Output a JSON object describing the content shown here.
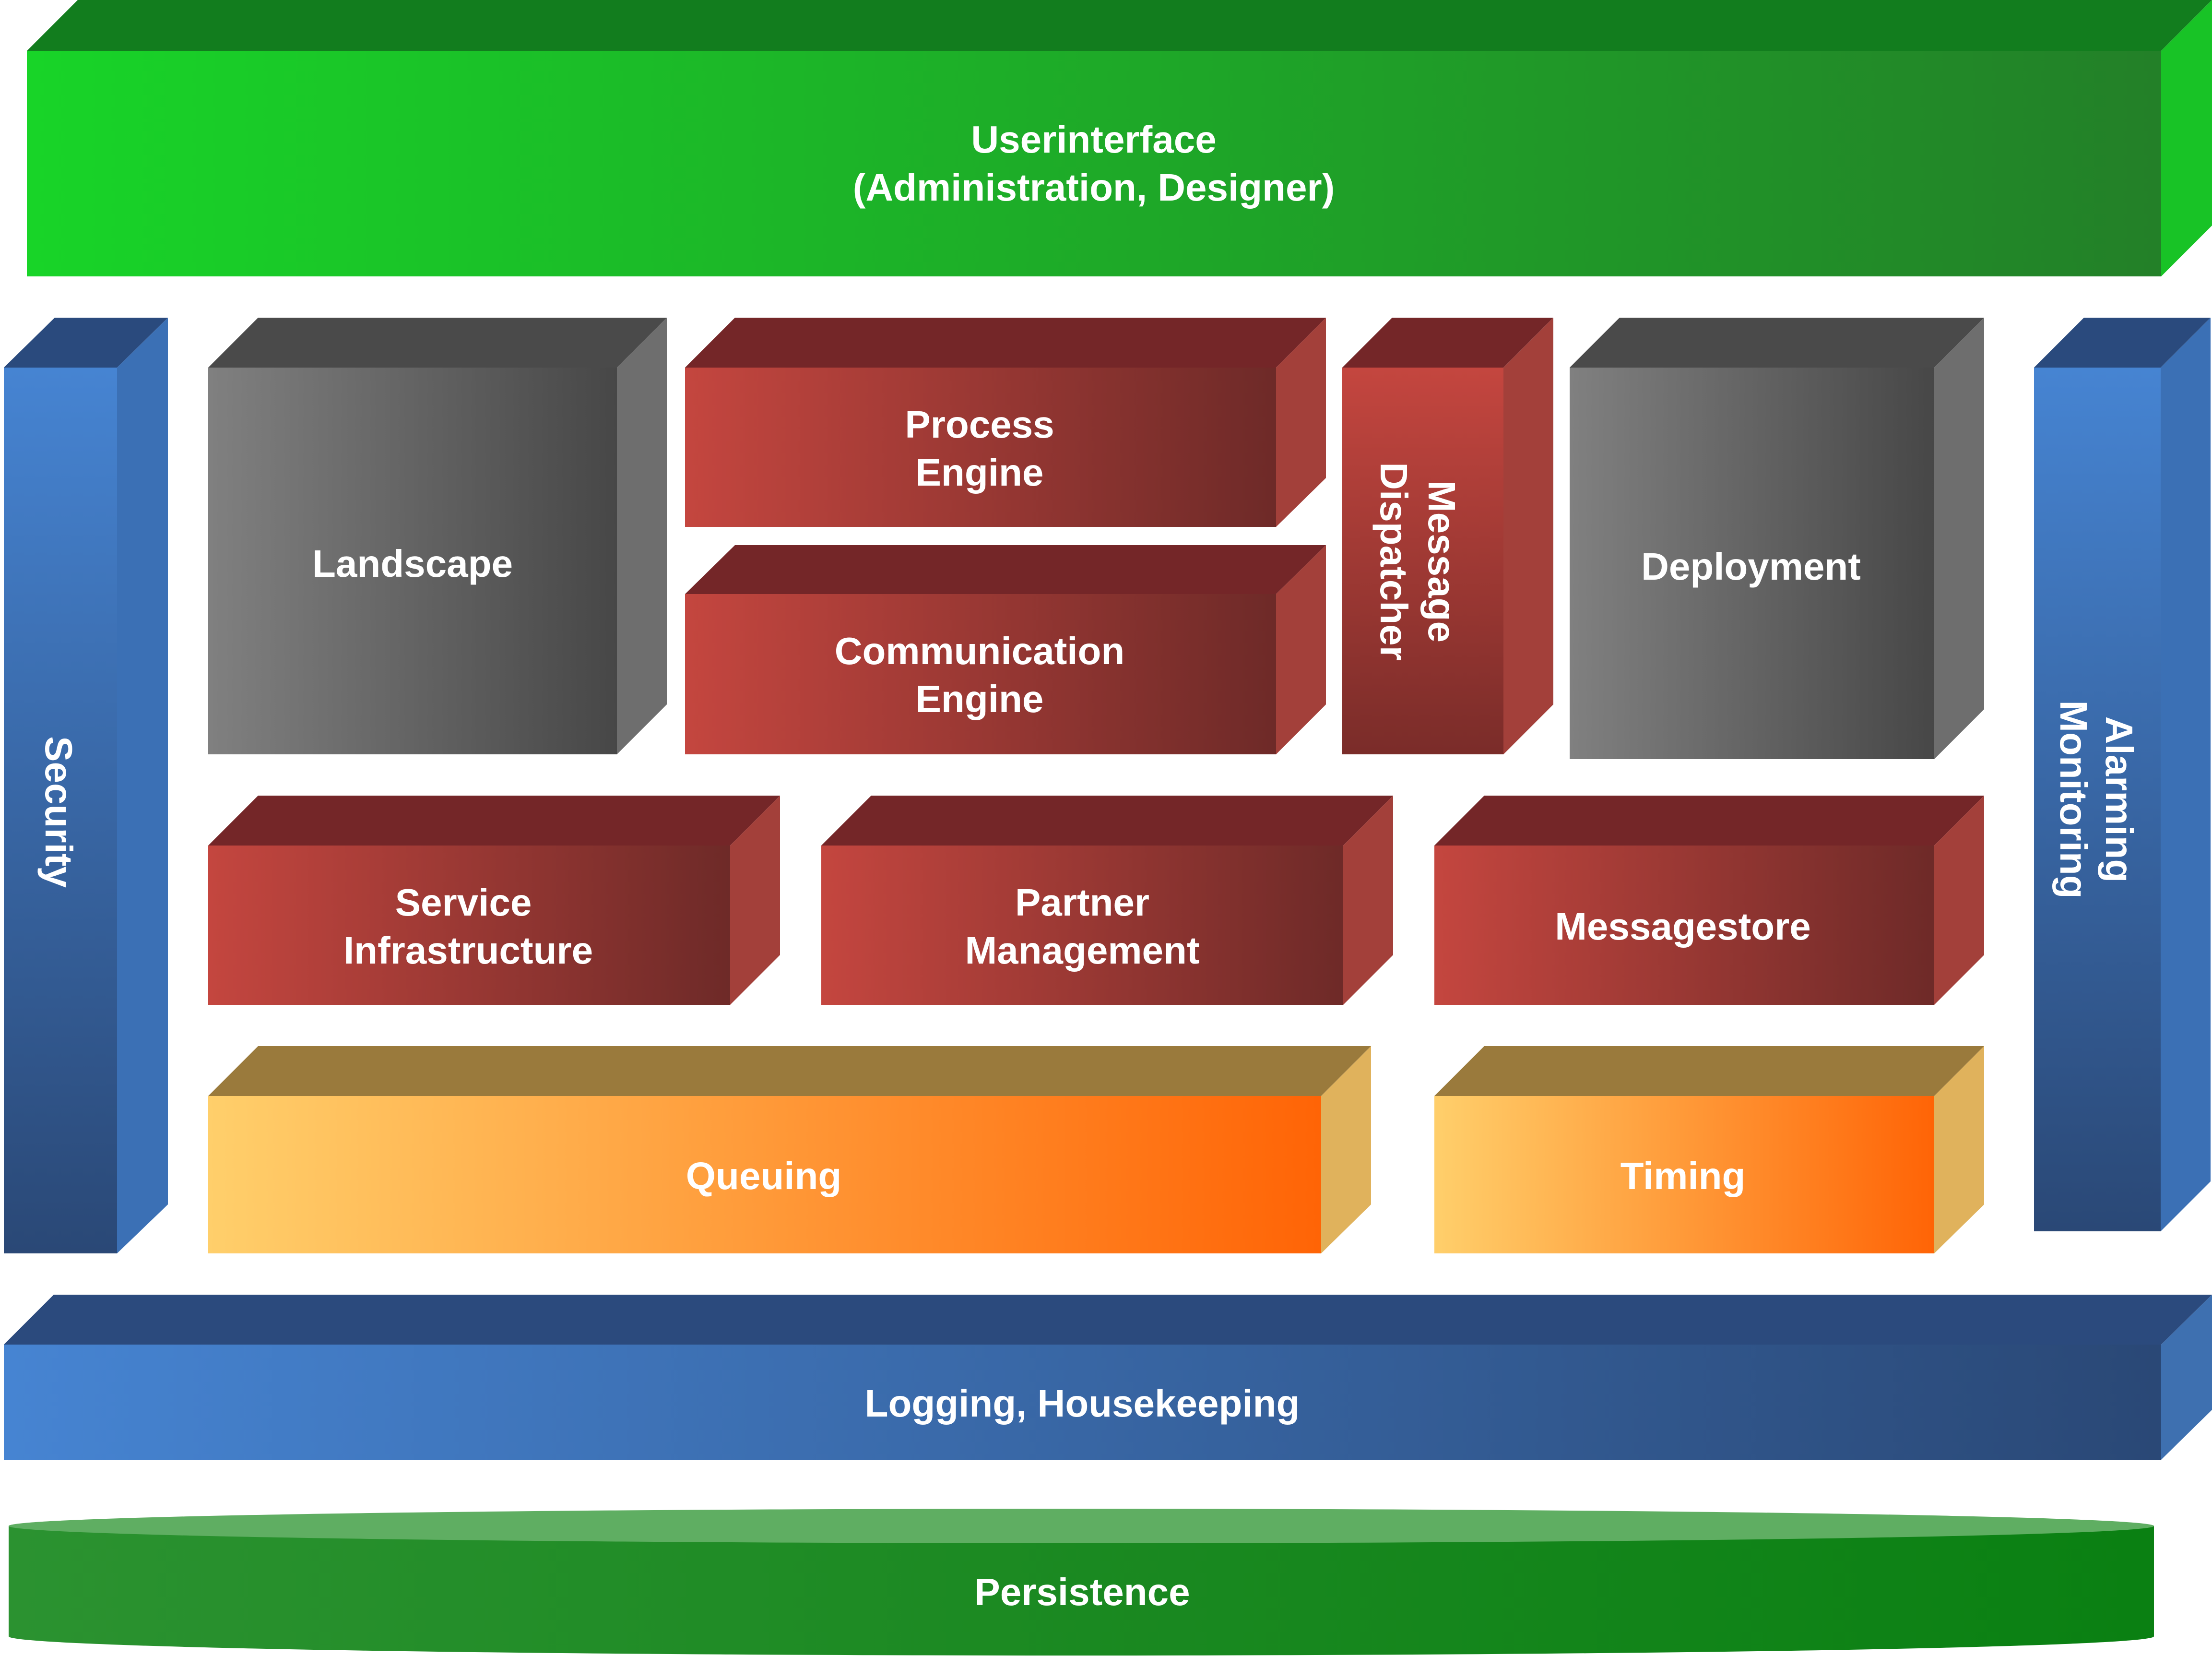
{
  "diagram": {
    "userinterface": {
      "line1": "Userinterface",
      "line2": "(Administration, Designer)"
    },
    "security": {
      "label": "Security"
    },
    "alarming": {
      "line1": "Alarming",
      "line2": "Monitoring"
    },
    "landscape": {
      "label": "Landscape"
    },
    "process_engine": {
      "line1": "Process",
      "line2": "Engine"
    },
    "communication_engine": {
      "line1": "Communication",
      "line2": "Engine"
    },
    "message_dispatcher": {
      "line1": "Message",
      "line2": "Dispatcher"
    },
    "deployment": {
      "label": "Deployment"
    },
    "service_infrastructure": {
      "line1": "Service",
      "line2": "Infrastructure"
    },
    "partner_management": {
      "line1": "Partner",
      "line2": "Management"
    },
    "messagestore": {
      "label": "Messagestore"
    },
    "queuing": {
      "label": "Queuing"
    },
    "timing": {
      "label": "Timing"
    },
    "logging": {
      "label": "Logging, Housekeeping"
    },
    "persistence": {
      "label": "Persistence"
    }
  },
  "colors": {
    "green_front_start": "#18d428",
    "green_front_end": "#238028",
    "blue_front_start": "#4684d2",
    "blue_front_end": "#2a4876",
    "gray_front_start": "#808080",
    "gray_front_end": "#474747",
    "red_front_start": "#c4463f",
    "red_front_end": "#6e2a28",
    "orange_front_start": "#ffcf6b",
    "orange_front_end": "#ff6406",
    "persistence_green": "#1f8a2a"
  }
}
